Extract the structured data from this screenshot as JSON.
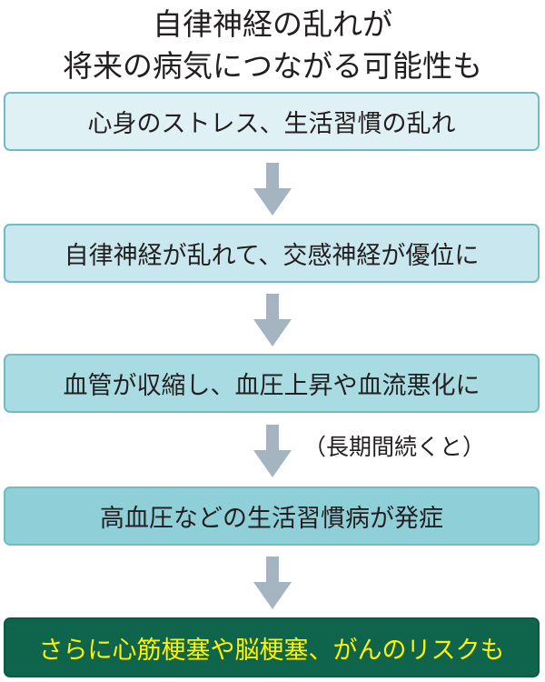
{
  "title": {
    "line1": "自律神経の乱れが",
    "line2": "将来の病気につながる可能性も"
  },
  "steps": [
    {
      "label": "心身のストレス、生活習慣の乱れ"
    },
    {
      "label": "自律神経が乱れて、交感神経が優位に"
    },
    {
      "label": "血管が収縮し、血圧上昇や血流悪化に"
    },
    {
      "label": "高血圧などの生活習慣病が発症"
    },
    {
      "label": "さらに心筋梗塞や脳梗塞、がんのリスクも"
    }
  ],
  "arrows": [
    {
      "icon": "arrow-down-icon",
      "note": ""
    },
    {
      "icon": "arrow-down-icon",
      "note": ""
    },
    {
      "icon": "arrow-down-icon",
      "note": "（長期間続くと）"
    },
    {
      "icon": "arrow-down-icon",
      "note": ""
    }
  ],
  "colors": {
    "arrow": "#a4b5c1",
    "box_border": "#6fbcc6",
    "final_box_bg": "#0f644c",
    "final_box_text": "#fff200",
    "text": "#231f20"
  }
}
